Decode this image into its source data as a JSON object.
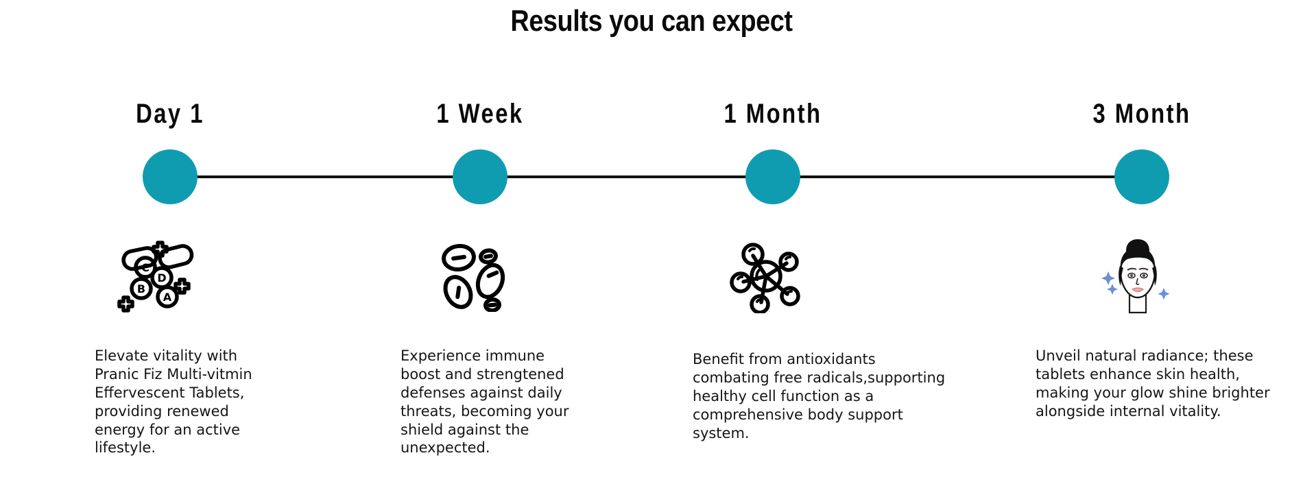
{
  "header": {
    "title": "Results you can expect"
  },
  "theme": {
    "accent": "#109cb0",
    "line": "#111111",
    "text": "#151515",
    "heading": "#0a0a0a",
    "background": "#ffffff"
  },
  "timeline": {
    "milestones": [
      {
        "label": "Day 1",
        "icon": "vitamin-capsules-icon",
        "description": "Elevate vitality with Pranic Fiz Multi-vitmin Effervescent Tablets, providing renewed energy for an active lifestyle."
      },
      {
        "label": "1 Week",
        "icon": "blood-cells-icon",
        "description": "Experience immune boost and strengtened defenses against daily threats, becoming your shield against the unexpected."
      },
      {
        "label": "1 Month",
        "icon": "molecule-icon",
        "description": "Benefit from antioxidants combating free radicals,supporting healthy cell function as a comprehensive body support system."
      },
      {
        "label": "3 Month",
        "icon": "glowing-face-icon",
        "description": "Unveil natural radiance; these tablets enhance skin health, making your glow shine brighter alongside internal vitality."
      }
    ]
  }
}
